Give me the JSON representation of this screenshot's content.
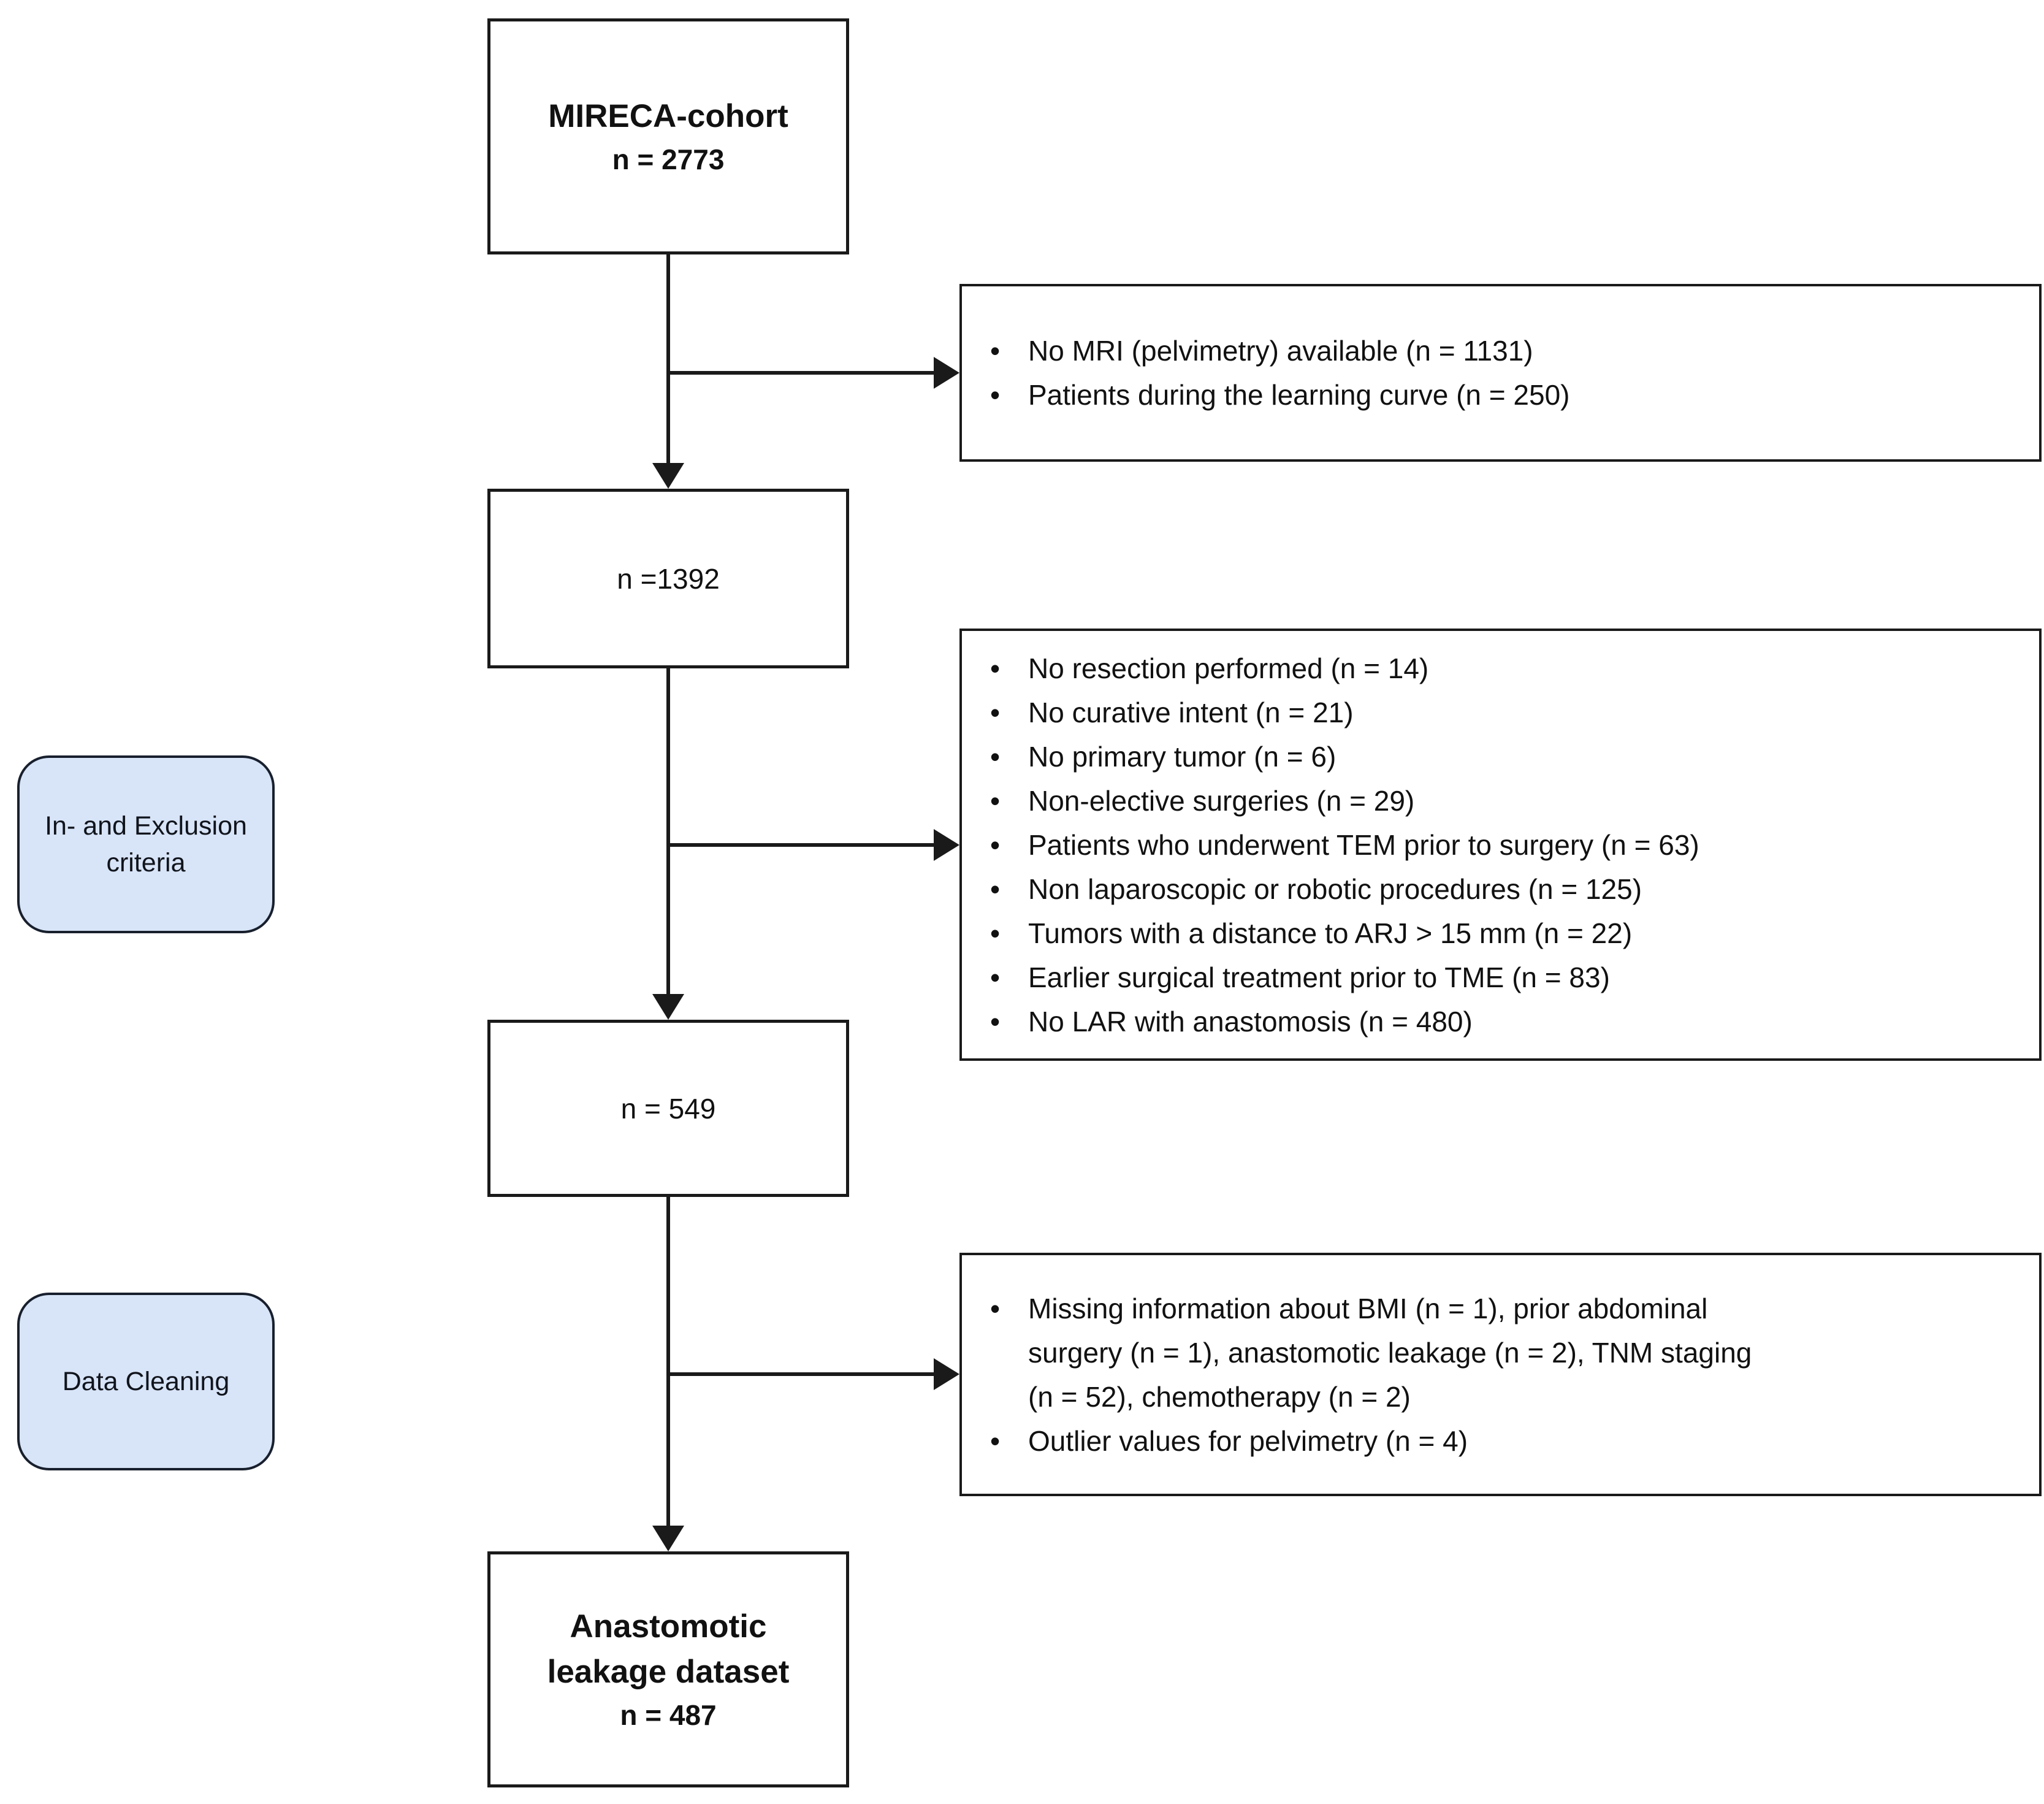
{
  "colors": {
    "side_label_fill": "#d8e4f7",
    "line": "#1a1a1a",
    "box_background": "#ffffff",
    "text": "#111111"
  },
  "flow": {
    "cohort_box": {
      "title": "MIRECA-cohort",
      "n": "n = 2773"
    },
    "step1_box": {
      "n": "n =1392"
    },
    "step2_box": {
      "n": "n = 549"
    },
    "final_box": {
      "title_lines": [
        "Anastomotic",
        "leakage dataset"
      ],
      "n": "n = 487"
    },
    "side_labels": [
      {
        "lines": [
          "In- and Exclusion",
          "criteria"
        ]
      },
      {
        "lines": [
          "Data Cleaning"
        ]
      }
    ],
    "exclusion_boxes": [
      {
        "items": [
          {
            "lines": [
              "No MRI (pelvimetry) available (n = 1131)"
            ]
          },
          {
            "lines": [
              "Patients during the learning curve (n = 250)"
            ]
          }
        ]
      },
      {
        "items": [
          {
            "lines": [
              "No resection performed (n = 14)"
            ]
          },
          {
            "lines": [
              "No curative intent (n = 21)"
            ]
          },
          {
            "lines": [
              "No primary tumor (n = 6)"
            ]
          },
          {
            "lines": [
              "Non-elective surgeries (n = 29)"
            ]
          },
          {
            "lines": [
              "Patients who underwent TEM prior to surgery (n = 63)"
            ]
          },
          {
            "lines": [
              "Non laparoscopic or robotic procedures (n = 125)"
            ]
          },
          {
            "lines": [
              "Tumors with a distance to ARJ > 15 mm (n = 22)"
            ]
          },
          {
            "lines": [
              "Earlier surgical treatment prior to TME (n = 83)"
            ]
          },
          {
            "lines": [
              "No LAR with anastomosis (n = 480)"
            ]
          }
        ]
      },
      {
        "items": [
          {
            "lines": [
              "Missing information about BMI (n = 1), prior abdominal",
              "surgery (n = 1), anastomotic leakage (n = 2), TNM staging",
              "(n = 52), chemotherapy (n = 2)"
            ]
          },
          {
            "lines": [
              "Outlier values for pelvimetry (n = 4)"
            ]
          }
        ]
      }
    ],
    "bullet_glyph": "•"
  }
}
